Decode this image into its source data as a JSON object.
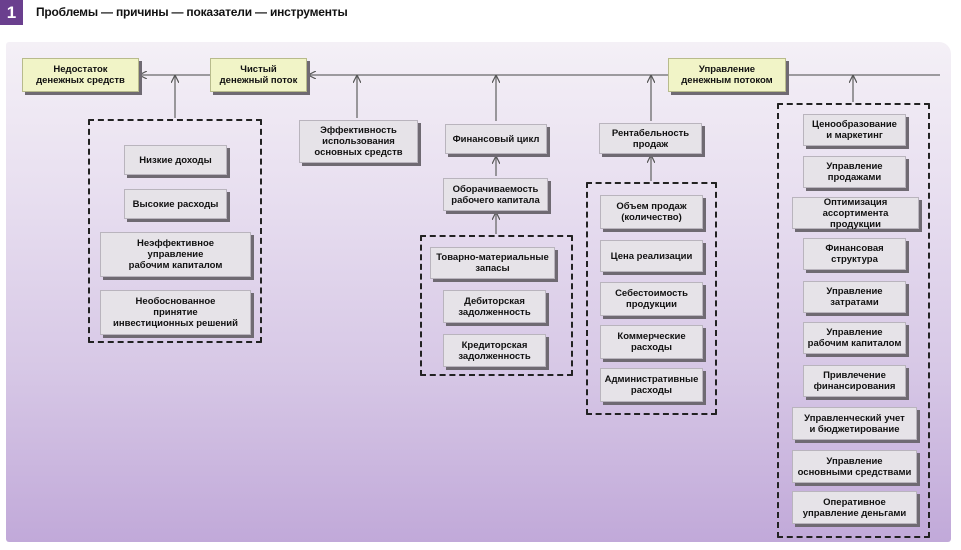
{
  "header": {
    "number": "1",
    "title": "Проблемы — причины — показатели — инструменты"
  },
  "top": {
    "deficit": "Недостаток\nденежных средств",
    "net_flow": "Чистый\nденежный поток",
    "management": "Управление\nденежным потоком"
  },
  "indicators": {
    "efficiency": "Эффективность\nиспользования\nосновных средств",
    "fin_cycle": "Финансовый цикл",
    "turnover": "Оборачиваемость\nрабочего капитала",
    "profitability": "Рентабельность\nпродаж"
  },
  "causes": [
    "Низкие доходы",
    "Высокие расходы",
    "Неэффективное\nуправление\nрабочим капиталом",
    "Необоснованное\nпринятие\nинвестиционных решений"
  ],
  "capital_items": [
    "Товарно-материальные\nзапасы",
    "Дебиторская\nзадолженность",
    "Кредиторская\nзадолженность"
  ],
  "sales_items": [
    "Объем продаж\n(количество)",
    "Цена реализации",
    "Себестоимость\nпродукции",
    "Коммерческие\nрасходы",
    "Административные\nрасходы"
  ],
  "tools": [
    "Ценообразование\nи маркетинг",
    "Управление\nпродажами",
    "Оптимизация\nассортимента продукции",
    "Финансовая\nструктура",
    "Управление\nзатратами",
    "Управление\nрабочим капиталом",
    "Привлечение\nфинансирования",
    "Управленческий учет\nи бюджетирование",
    "Управление\nосновными средствами",
    "Оперативное\nуправление деньгами"
  ]
}
